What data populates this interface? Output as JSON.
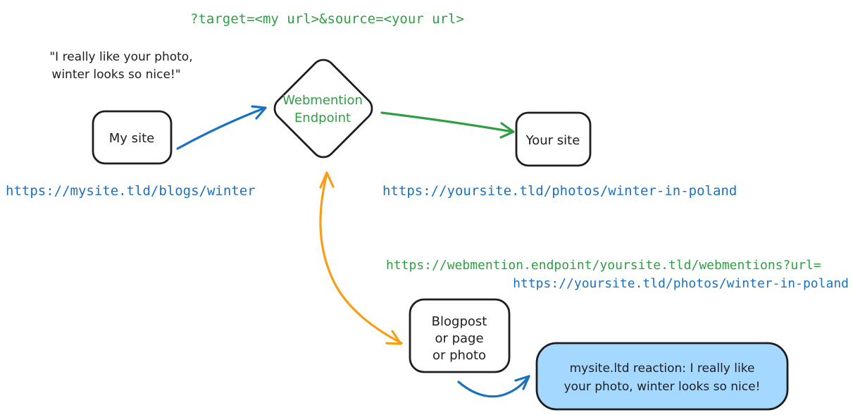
{
  "diagram": {
    "query_string": "?target=<my url>&source=<your url>",
    "quote": {
      "line1": "\"I really like your photo,",
      "line2": "winter looks so nice!\""
    },
    "nodes": {
      "my_site": {
        "label": "My site"
      },
      "endpoint": {
        "line1": "Webmention",
        "line2": "Endpoint"
      },
      "your_site": {
        "label": "Your site"
      },
      "blogpost": {
        "line1": "Blogpost",
        "line2": "or page",
        "line3": "or photo"
      }
    },
    "urls": {
      "my_site": "https://mysite.tld/blogs/winter",
      "your_site": "https://yoursite.tld/photos/winter-in-poland",
      "endpoint_line1": "https://webmention.endpoint/yoursite.tld/webmentions?url=",
      "endpoint_line2": "https://yoursite.tld/photos/winter-in-poland"
    },
    "bubble": {
      "line1": "mysite.ltd reaction: I really like",
      "line2": "your photo, winter looks so nice!"
    },
    "colors": {
      "ink": "#1e1e1e",
      "blue": "#1971c2",
      "green": "#2f9e44",
      "orange": "#f59f18",
      "bubble_fill": "#a5d8ff"
    }
  }
}
